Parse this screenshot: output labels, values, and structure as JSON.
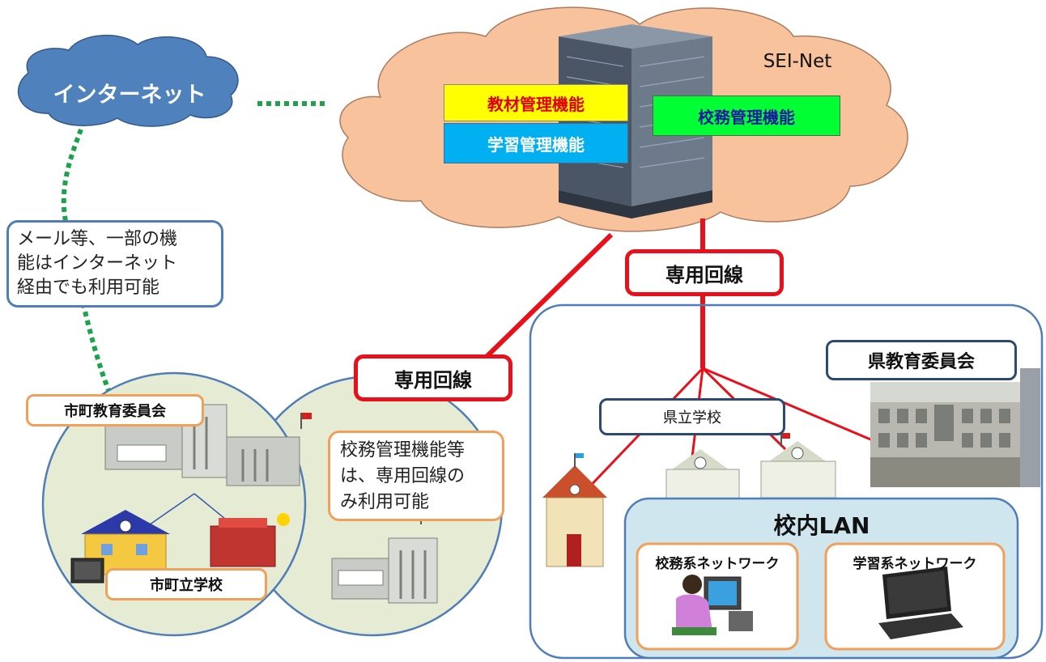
{
  "internet": {
    "label": "インターネット"
  },
  "sei_net": {
    "title": "SEI-Net",
    "functions": {
      "teaching_materials": "教材管理機能",
      "learning": "学習管理機能",
      "school_affairs": "校務管理機能"
    }
  },
  "dedicated_line": {
    "label_top": "専用回線",
    "label_left": "専用回線"
  },
  "notes": {
    "internet_access": "メール等、一部の機\n能はインターネット\n経由でも利用可能",
    "dedicated_only": "校務管理機能等\nは、専用回線の\nみ利用可能"
  },
  "municipal": {
    "board": "市町教育委員会",
    "schools": "市町立学校"
  },
  "prefectural": {
    "board": "県教育委員会",
    "schools": "県立学校"
  },
  "school_lan": {
    "title": "校内LAN",
    "admin_network": "校務系ネットワーク",
    "learning_network": "学習系ネットワーク"
  },
  "colors": {
    "cloud_fill": "#f8c29c",
    "internet_cloud": "#4f81bd",
    "dedicated_line": "#e8101a",
    "dotted_line": "#1aa34a",
    "teaching_fill": "#ffff00",
    "learning_fill": "#00b0f0",
    "affairs_fill": "#00ff33",
    "frame_blue": "#4f7db8",
    "lan_fill": "#cfe6ef",
    "orange_border": "#f0a05a"
  }
}
